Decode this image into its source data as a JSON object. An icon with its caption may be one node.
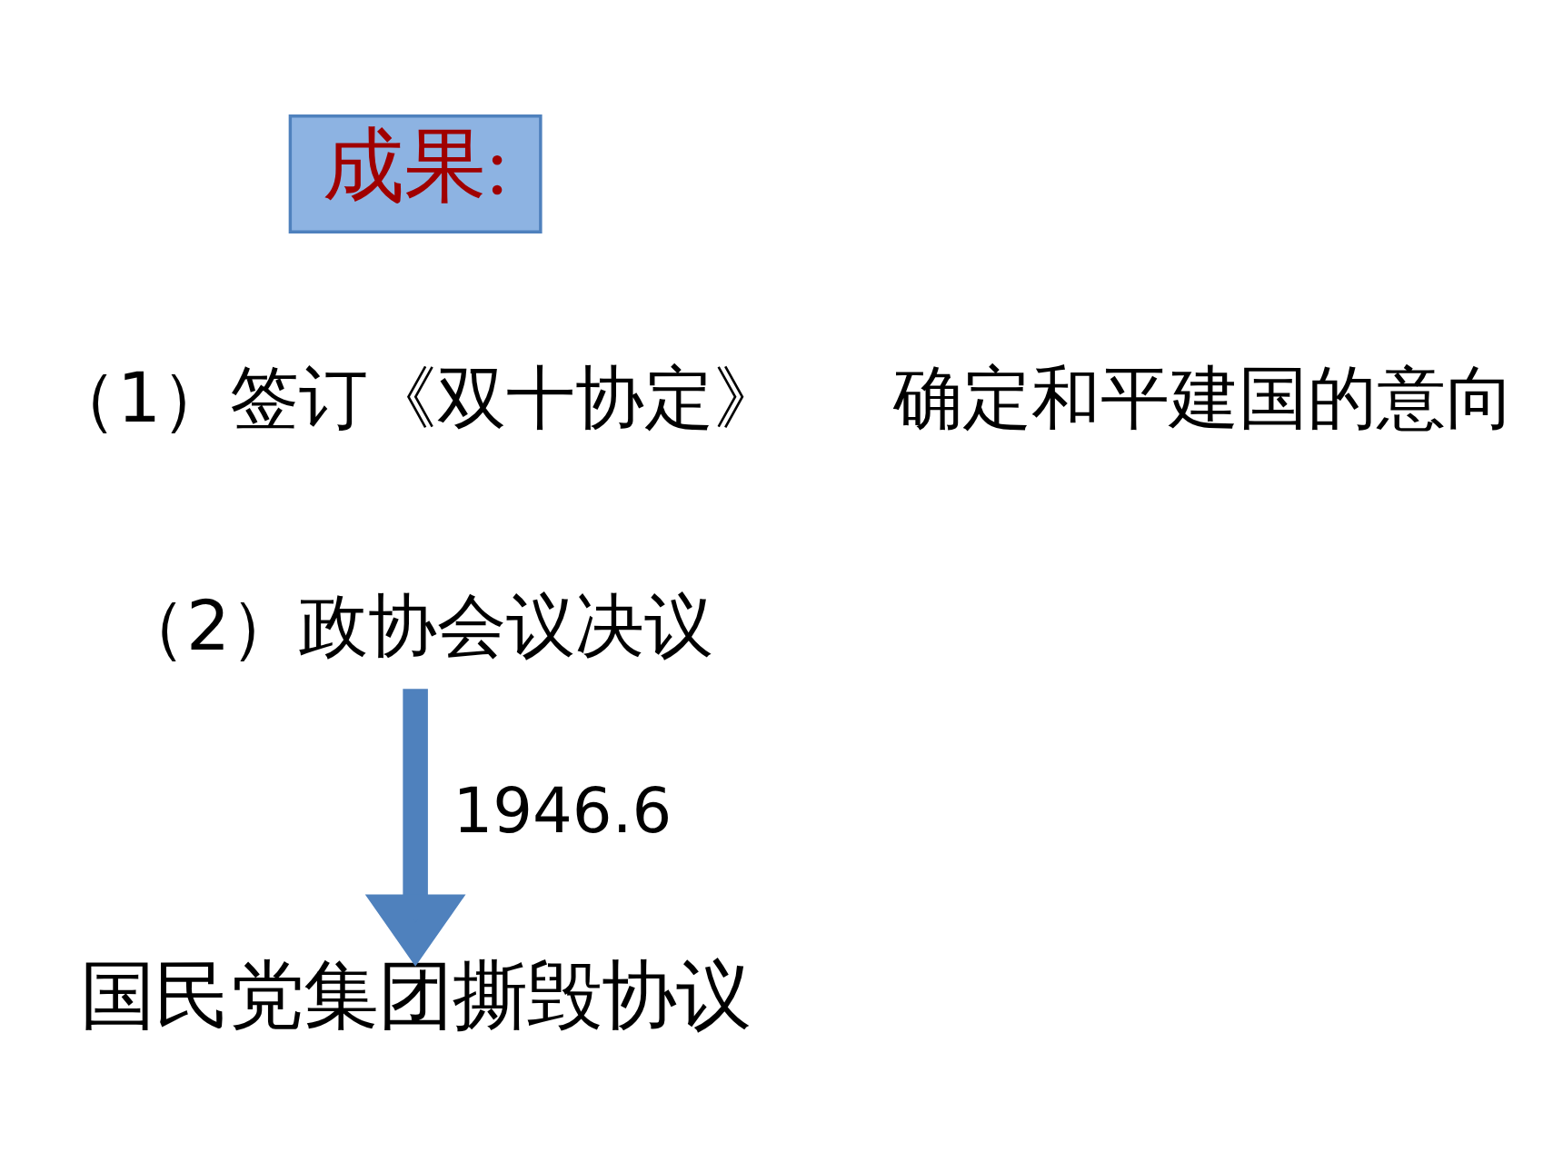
{
  "diagram": {
    "nodes": [
      {
        "text": [
          "成果:"
        ]
      },
      {
        "text": [
          "（1）签订《双十协定》"
        ]
      },
      {
        "text": [
          "（2）政协会议决议"
        ]
      },
      {
        "text": [
          "确定和平建国的意向"
        ]
      },
      {
        "text": [
          "国民党集团撕毁协议"
        ]
      }
    ],
    "edges": [
      {
        "from": 2,
        "to": 4,
        "arrow": "to",
        "label": "1946.6",
        "color": "#4f81bd"
      }
    ]
  }
}
